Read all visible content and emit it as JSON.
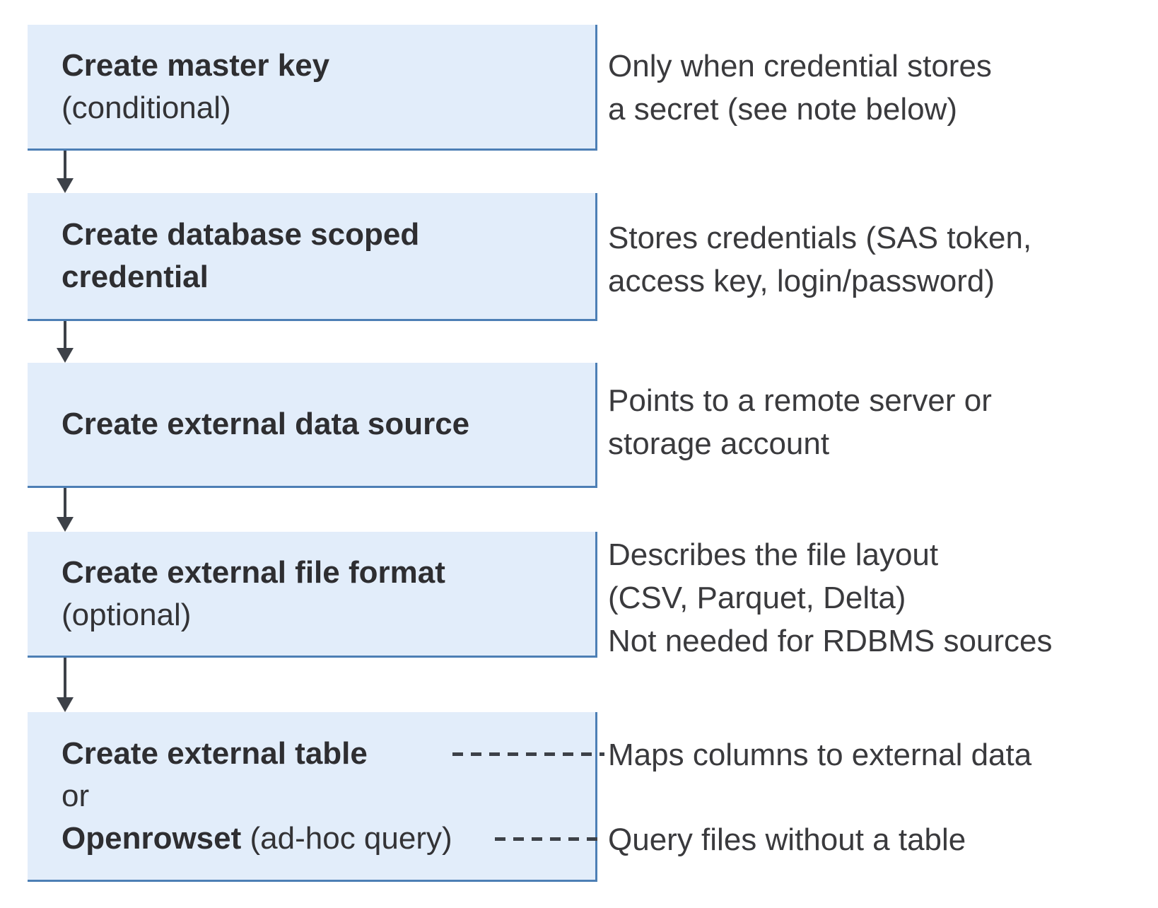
{
  "flow": {
    "steps": [
      {
        "title": "Create master key",
        "qualifier": "(conditional)",
        "note_lines": [
          "Only when credential stores",
          "a secret (see note below)"
        ]
      },
      {
        "title_lines": [
          "Create database scoped",
          "credential"
        ],
        "note_lines": [
          "Stores credentials (SAS token,",
          "access key, login/password)"
        ]
      },
      {
        "title": "Create external data source",
        "note_lines": [
          "Points to a remote server or",
          "storage account"
        ]
      },
      {
        "title": "Create external file format",
        "qualifier": "(optional)",
        "note_lines": [
          "Describes the file layout",
          "(CSV, Parquet, Delta)",
          "Not needed for RDBMS sources"
        ]
      },
      {
        "option1": "Create external table",
        "or_word": "or",
        "option2_bold": "Openrowset",
        "option2_suffix": " (ad-hoc query)",
        "note1": "Maps columns to external data",
        "note2": "Query files without a table"
      }
    ],
    "colors": {
      "box_fill": "#e2edfa",
      "box_border": "#4d7fb5",
      "arrow": "#3d4148",
      "text_bold": "#2e2e31",
      "text_regular": "#3a3a3d"
    }
  }
}
